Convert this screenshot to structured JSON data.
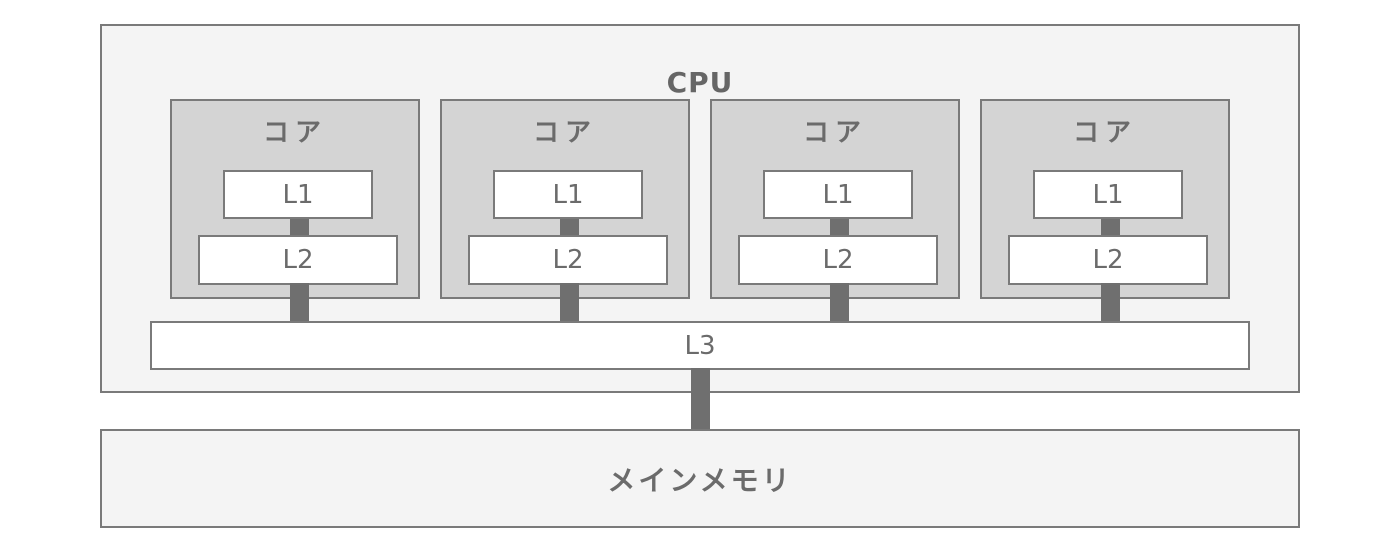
{
  "cpu": {
    "label": "CPU"
  },
  "cores": [
    {
      "label": "コア",
      "l1": "L1",
      "l2": "L2"
    },
    {
      "label": "コア",
      "l1": "L1",
      "l2": "L2"
    },
    {
      "label": "コア",
      "l1": "L1",
      "l2": "L2"
    },
    {
      "label": "コア",
      "l1": "L1",
      "l2": "L2"
    }
  ],
  "l3": {
    "label": "L3"
  },
  "memory": {
    "label": "メインメモリ"
  },
  "colors": {
    "border": "#7a7a7a",
    "cpu_fill": "#f4f4f4",
    "core_fill": "#d4d4d4",
    "cache_fill": "#ffffff",
    "connector": "#6f6f6f",
    "text": "#666666"
  }
}
